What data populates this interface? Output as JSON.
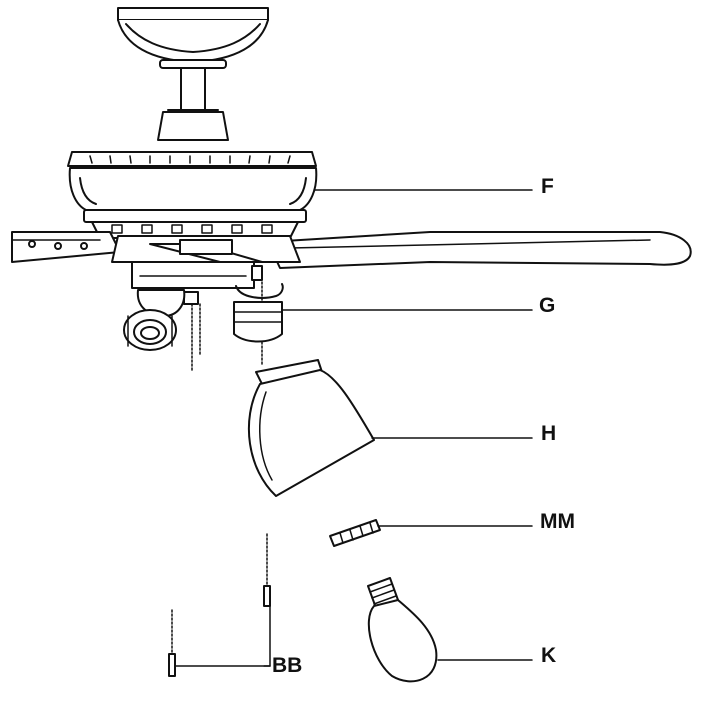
{
  "diagram": {
    "labels": {
      "F": "F",
      "G": "G",
      "H": "H",
      "MM": "MM",
      "K": "K",
      "BB": "BB"
    },
    "line_color": "#111111",
    "fill_color": "#ffffff"
  }
}
